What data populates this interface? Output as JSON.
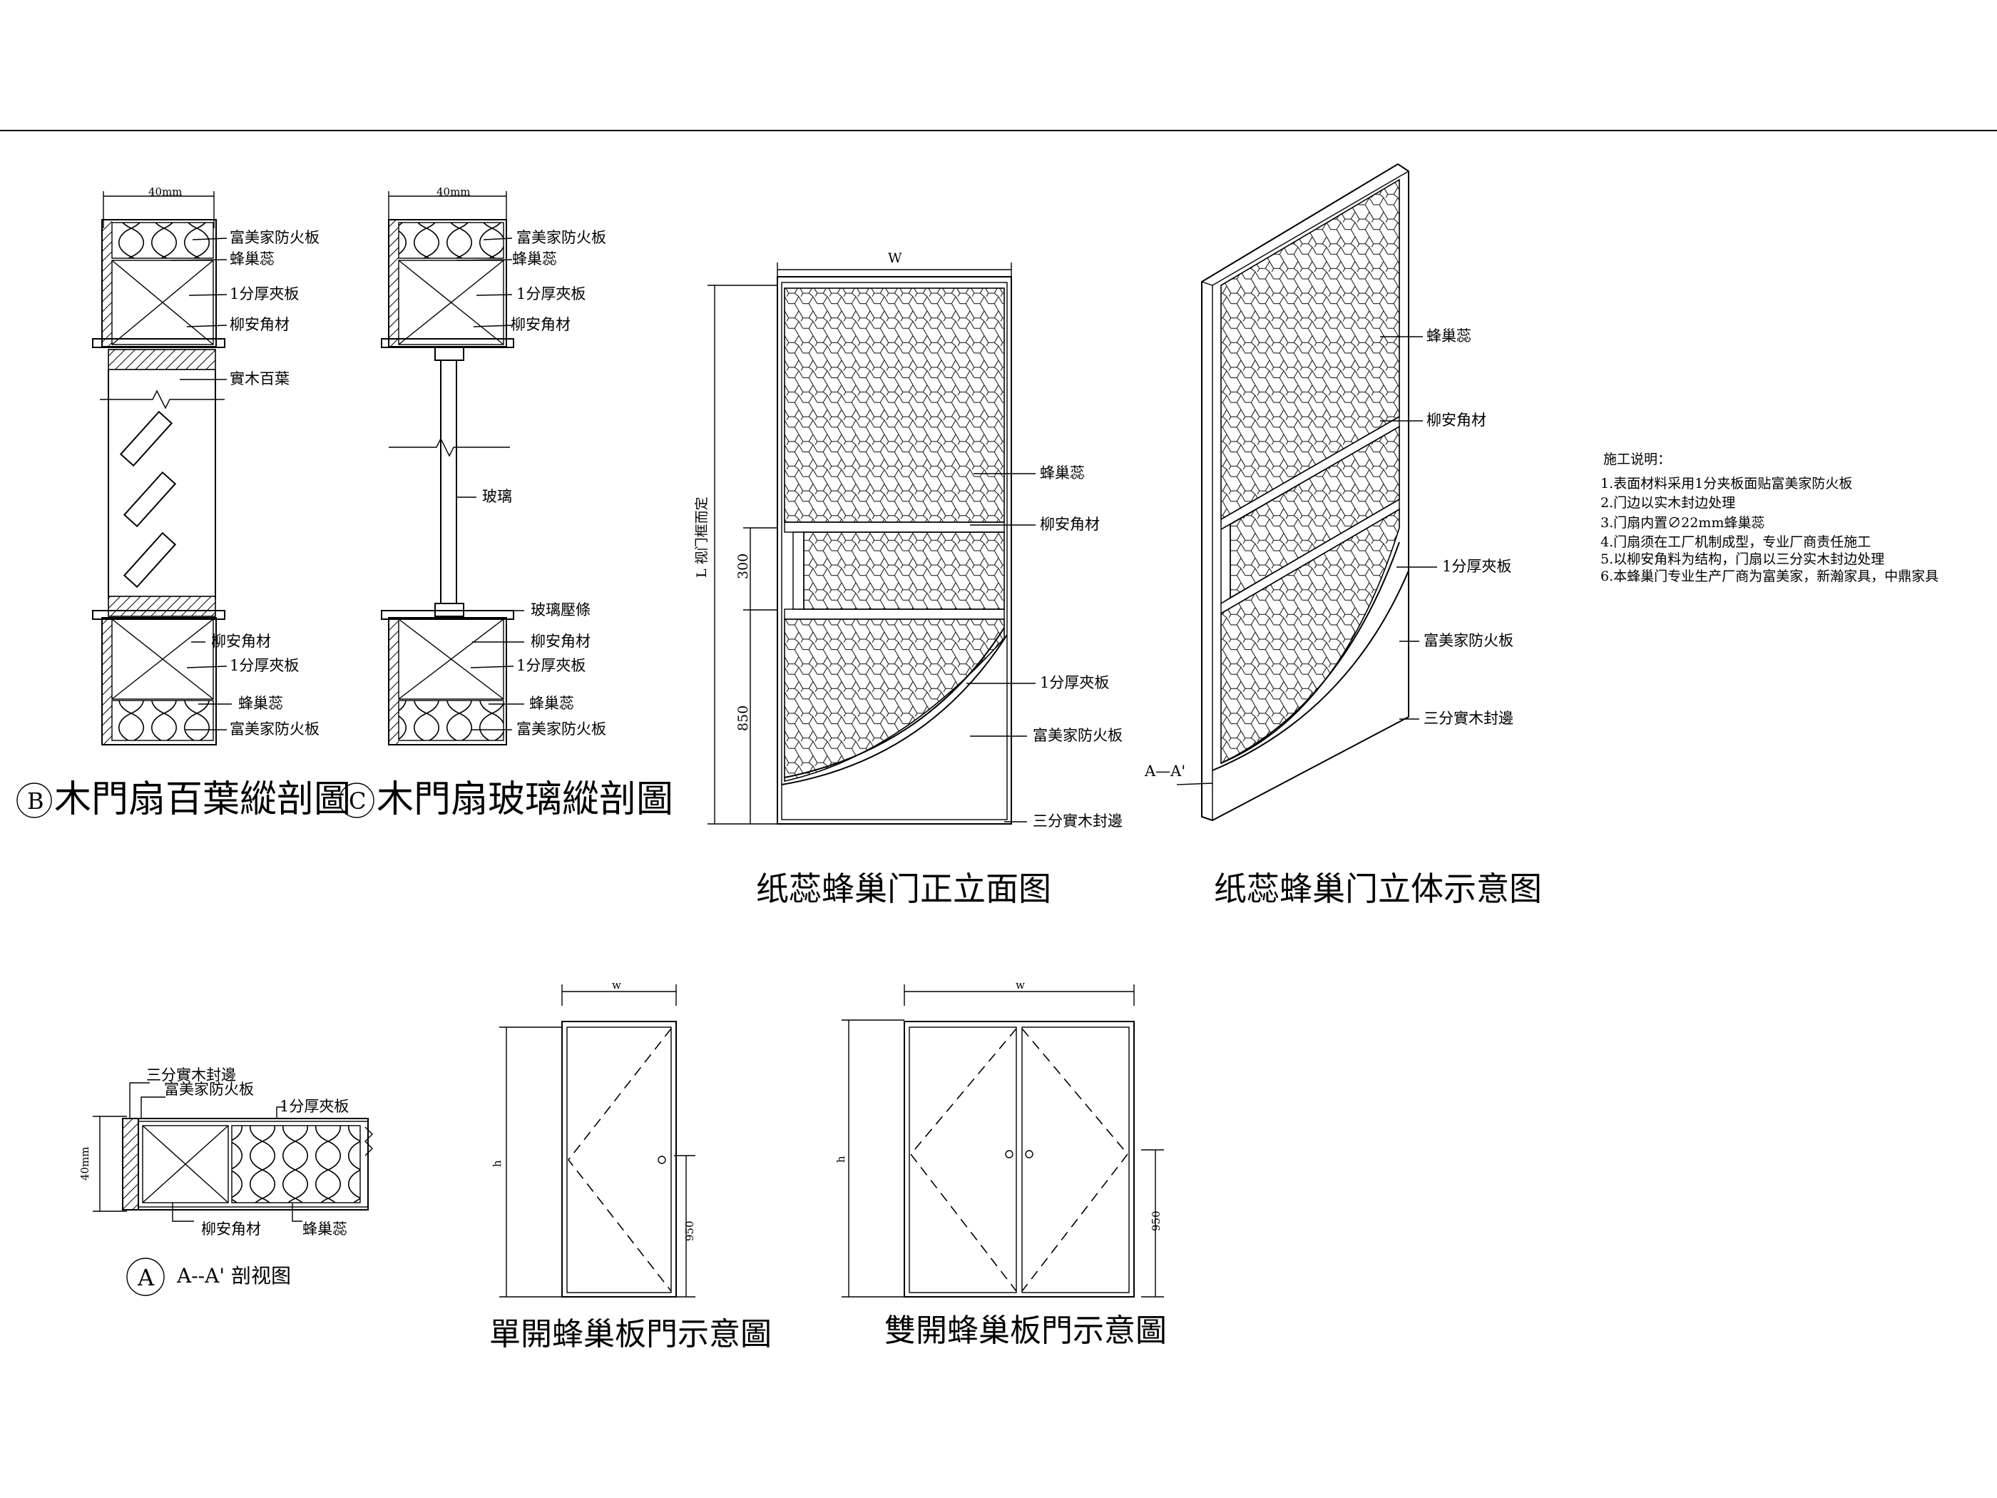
{
  "sections": {
    "B": {
      "marker": "B",
      "title": "木門扇百葉縱剖圖",
      "width_dim": "40mm",
      "labels": [
        "富美家防火板",
        "蜂巢蕊",
        "1分厚夾板",
        "柳安角材",
        "實木百葉",
        "柳安角材",
        "1分厚夾板",
        "蜂巢蕊",
        "富美家防火板"
      ]
    },
    "C": {
      "marker": "C",
      "title": "木門扇玻璃縱剖圖",
      "width_dim": "40mm",
      "labels": [
        "富美家防火板",
        "蜂巢蕊",
        "1分厚夾板",
        "柳安角材",
        "玻璃",
        "玻璃壓條",
        "柳安角材",
        "1分厚夾板",
        "蜂巢蕊",
        "富美家防火板"
      ]
    }
  },
  "front_elevation": {
    "title": "纸蕊蜂巢门正立面图",
    "width_dim": "W",
    "height_dim": "L 视门框而定",
    "dim_300": "300",
    "dim_850": "850",
    "labels": [
      "蜂巢蕊",
      "柳安角材",
      "1分厚夾板",
      "富美家防火板",
      "三分實木封邊"
    ]
  },
  "isometric": {
    "title": "纸蕊蜂巢门立体示意图",
    "section_mark": "A—A'",
    "labels": [
      "蜂巢蕊",
      "柳安角材",
      "1分厚夾板",
      "富美家防火板",
      "三分實木封邊"
    ]
  },
  "notes": {
    "heading": "施工说明：",
    "items": [
      "1.表面材料采用1分夹板面贴富美家防火板",
      "2.门边以实木封边处理",
      "3.门扇内置∅22mm蜂巢蕊",
      "4.门扇须在工厂机制成型，专业厂商责任施工",
      "5.以柳安角料为结构，门扇以三分实木封边处理",
      "6.本蜂巢门专业生产厂商为富美家，新瀚家具，中鼎家具"
    ]
  },
  "section_A": {
    "marker": "A",
    "title": "A--A' 剖视图",
    "thickness": "40mm",
    "labels": [
      "三分實木封邊",
      "富美家防火板",
      "1分厚夾板",
      "柳安角材",
      "蜂巢蕊"
    ]
  },
  "single_door": {
    "title": "單開蜂巢板門示意圖",
    "width_dim": "w",
    "height_dim": "h",
    "handle_dim": "950"
  },
  "double_door": {
    "title": "雙開蜂巢板門示意圖",
    "width_dim": "w",
    "height_dim": "h",
    "handle_dim": "950"
  }
}
